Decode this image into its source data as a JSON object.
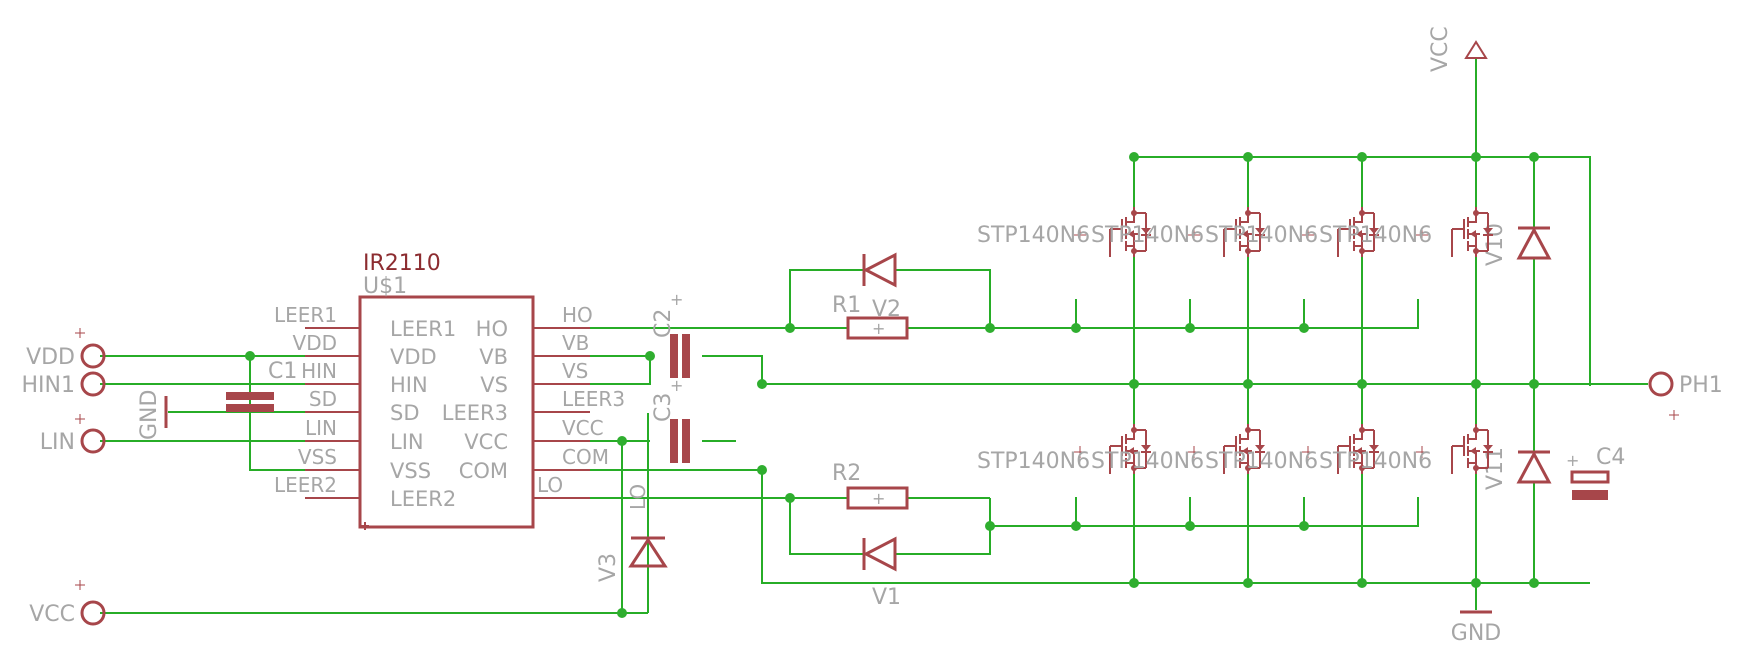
{
  "colors": {
    "wire": "#27ad27",
    "symbol": "#a7464a",
    "label": "#a6a6a6",
    "ref": "#8c2c30",
    "junction": "#2fae2f"
  },
  "ic": {
    "part": "IR2110",
    "ref": "U$1",
    "left_pins": [
      "LEER1",
      "VDD",
      "HIN",
      "SD",
      "LIN",
      "VSS",
      "LEER2"
    ],
    "right_pins": [
      "HO",
      "VB",
      "VS",
      "LEER3",
      "VCC",
      "COM",
      "LO"
    ],
    "left_nets": [
      "LEER1",
      "VDD",
      "HIN",
      "SD",
      "LIN",
      "VSS",
      "LEER2"
    ],
    "right_nets": [
      "HO",
      "VB",
      "VS",
      "LEER3",
      "VCC",
      "COM",
      "LO"
    ]
  },
  "connectors": {
    "vdd": "VDD",
    "hin": "HIN1",
    "lin": "LIN",
    "vcc": "VCC",
    "ph": "PH1",
    "plus": "+"
  },
  "supplies": {
    "vcc_top": "VCC",
    "gnd_bottom": "GND",
    "gnd_left": "GND"
  },
  "caps": {
    "c1": "C1",
    "c2": "C2",
    "c3": "C3",
    "c4": "C4",
    "plus": "+"
  },
  "resistors": {
    "r1": "R1",
    "r2": "R2",
    "plus": "+"
  },
  "diodes": {
    "v1": "V1",
    "v2": "V2",
    "v3": "V3",
    "v10": "V10",
    "v11": "V11"
  },
  "mosfet_part": "STP140N6"
}
